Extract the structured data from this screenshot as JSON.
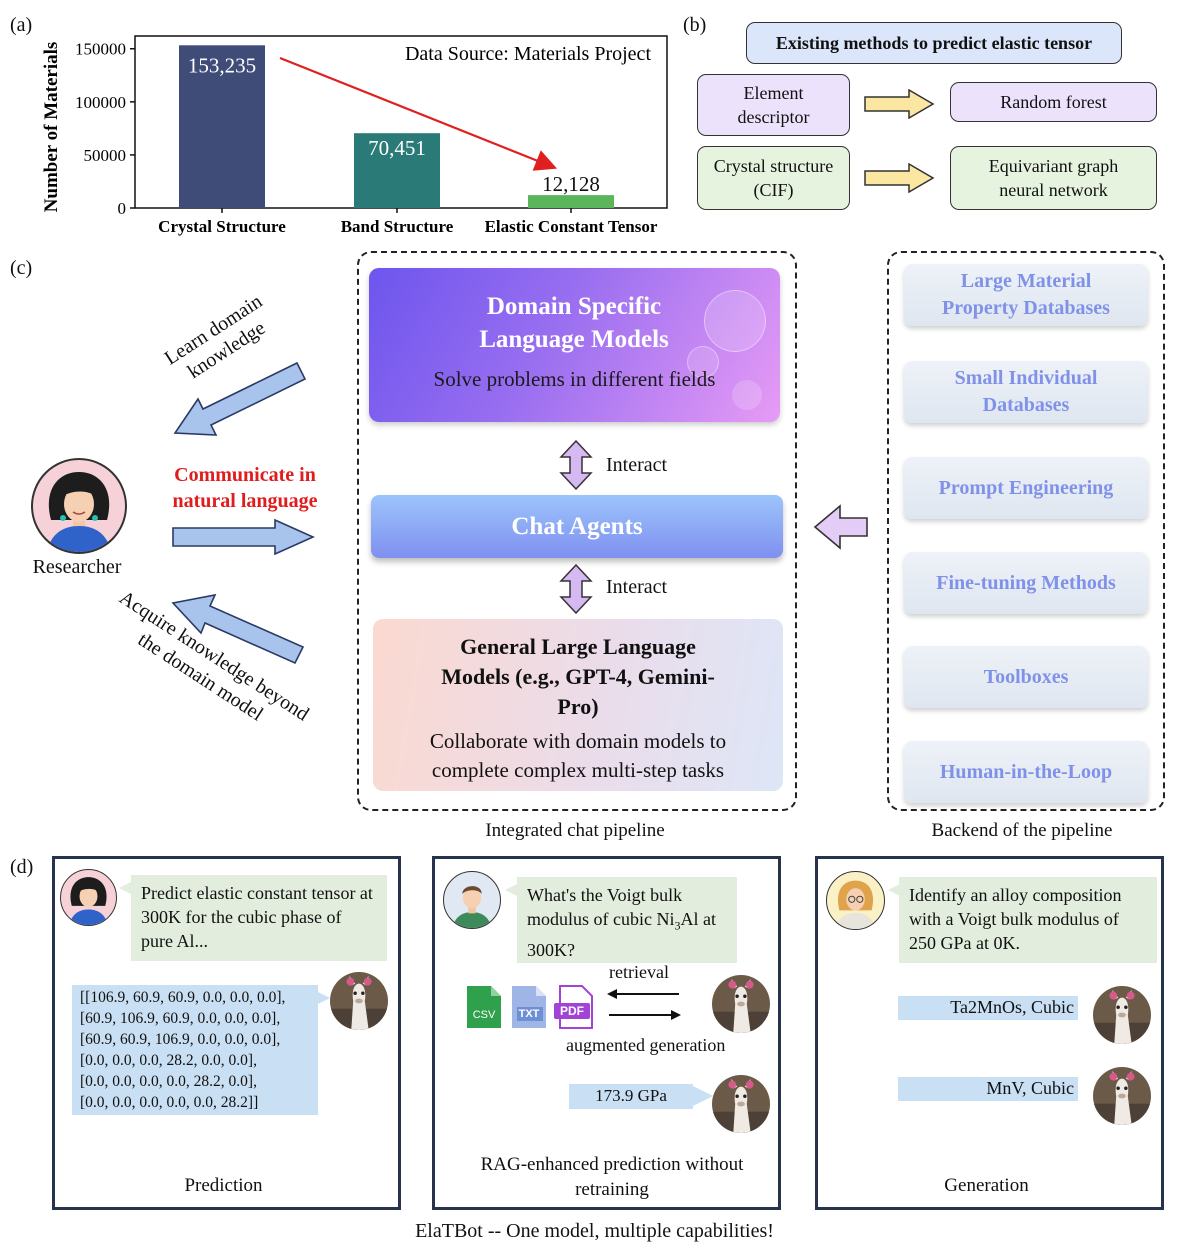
{
  "panels": {
    "a": "(a)",
    "b": "(b)",
    "c": "(c)",
    "d": "(d)"
  },
  "chart_data": {
    "type": "bar",
    "categories": [
      "Crystal Structure",
      "Band Structure",
      "Elastic Constant Tensor"
    ],
    "values": [
      153235,
      70451,
      12128
    ],
    "value_labels": [
      "153,235",
      "70,451",
      "12,128"
    ],
    "colors": [
      "#3f4c78",
      "#2a7b78",
      "#5bb55b"
    ],
    "ylabel": "Number of Materials",
    "yticks": [
      0,
      50000,
      100000,
      150000
    ],
    "ylim": [
      0,
      162000
    ],
    "annotation": "Data Source: Materials Project",
    "trend_arrow_color": "#e02020"
  },
  "panel_b": {
    "title": "Existing methods to predict elastic tensor",
    "row1_input": "Element descriptor",
    "row1_output": "Random forest",
    "row2_input": "Crystal structure (CIF)",
    "row2_output": "Equivariant graph neural network"
  },
  "panel_c": {
    "learn": "Learn domain knowledge",
    "communicate": "Communicate in natural language",
    "researcher": "Researcher",
    "acquire": "Acquire knowledge beyond the domain model",
    "dslm_title": "Domain Specific Language Models",
    "dslm_sub": "Solve problems in different fields",
    "interact1": "Interact",
    "chat_agents": "Chat Agents",
    "interact2": "Interact",
    "gllm_title": "General Large Language Models (e.g., GPT-4, Gemini-Pro)",
    "gllm_sub": "Collaborate with domain models to complete complex multi-step tasks",
    "pipeline_caption": "Integrated chat pipeline",
    "backend_caption": "Backend of the pipeline",
    "backend_items": [
      "Large Material Property Databases",
      "Small Individual Databases",
      "Prompt Engineering",
      "Fine-tuning Methods",
      "Toolboxes",
      "Human-in-the-Loop"
    ]
  },
  "panel_d": {
    "prediction": {
      "question": "Predict elastic constant tensor at 300K for the cubic phase of pure Al...",
      "answer_rows": [
        "[[106.9, 60.9, 60.9, 0.0, 0.0, 0.0],",
        "[60.9, 106.9, 60.9, 0.0, 0.0, 0.0],",
        "[60.9, 60.9, 106.9, 0.0, 0.0, 0.0],",
        "[0.0, 0.0, 0.0, 28.2, 0.0, 0.0],",
        "[0.0, 0.0, 0.0, 0.0, 28.2, 0.0],",
        "[0.0, 0.0, 0.0, 0.0, 0.0, 28.2]]"
      ],
      "caption": "Prediction"
    },
    "rag": {
      "question_a": "What's the Voigt bulk modulus of cubic Ni",
      "question_sub": "3",
      "question_b": "Al at 300K?",
      "file_csv": "CSV",
      "file_txt": "TXT",
      "file_pdf": "PDF",
      "retrieval": "retrieval",
      "augmented": "augmented generation",
      "answer": "173.9 GPa",
      "caption": "RAG-enhanced prediction without retraining"
    },
    "generation": {
      "question": "Identify an alloy composition with a Voigt bulk modulus of 250 GPa at 0K.",
      "answer1": "Ta2MnOs, Cubic",
      "answer2": "MnV, Cubic",
      "caption": "Generation"
    },
    "footer": "ElaTBot -- One model, multiple capabilities!"
  }
}
